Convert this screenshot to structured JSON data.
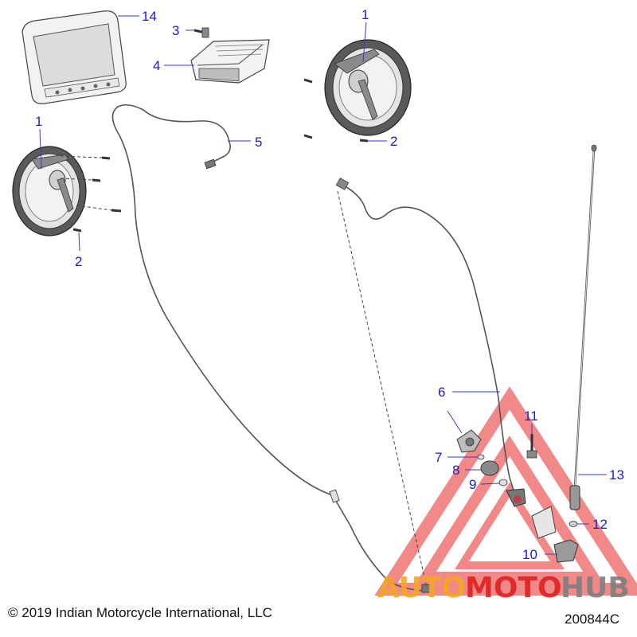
{
  "diagram": {
    "callouts": {
      "c1a": "1",
      "c1b": "1",
      "c2a": "2",
      "c2b": "2",
      "c3": "3",
      "c4": "4",
      "c5": "5",
      "c6": "6",
      "c7": "7",
      "c8": "8",
      "c9": "9",
      "c10": "10",
      "c11": "11",
      "c12": "12",
      "c13": "13",
      "c14": "14"
    }
  },
  "footer": {
    "copyright": "© 2019 Indian Motorcycle International, LLC",
    "drawing_number": "200844C"
  },
  "watermark": {
    "brand_part1": "AUTO",
    "brand_part2": "MOTO",
    "brand_part3": "HUB",
    "colors": {
      "orange": "#f5a623",
      "red": "#e02020",
      "gray": "#7f7f7f",
      "triangle": "#e83a3a"
    }
  },
  "colors": {
    "callout": "#1a1ad0"
  }
}
